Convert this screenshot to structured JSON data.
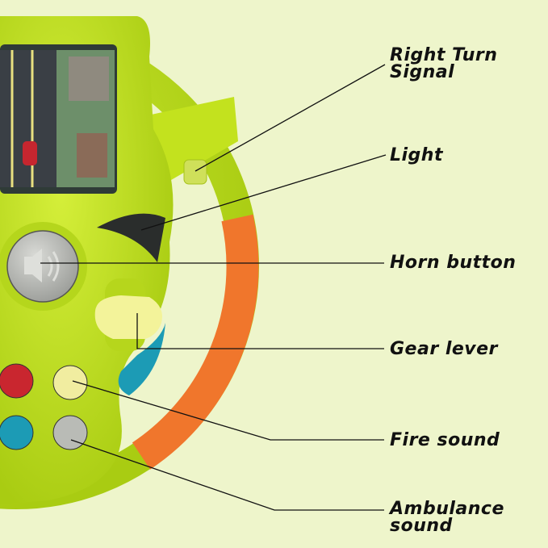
{
  "labels": {
    "right_turn_signal": [
      "Right Turn",
      "Signal"
    ],
    "light": "Light",
    "horn_button": "Horn button",
    "gear_lever": "Gear lever",
    "fire_sound": "Fire sound",
    "ambulance_sound": [
      "Ambulance",
      "sound"
    ]
  },
  "colors": {
    "background": "#eef5cb",
    "wheel_green": "#c3e21e",
    "grip_orange": "#f0762c",
    "horn_gray": "#b9bbb6",
    "fire_button": "#f1eda0",
    "red_button": "#c9262f",
    "blue_button": "#1c9bb5",
    "gear_yellow": "#f3f39a"
  }
}
